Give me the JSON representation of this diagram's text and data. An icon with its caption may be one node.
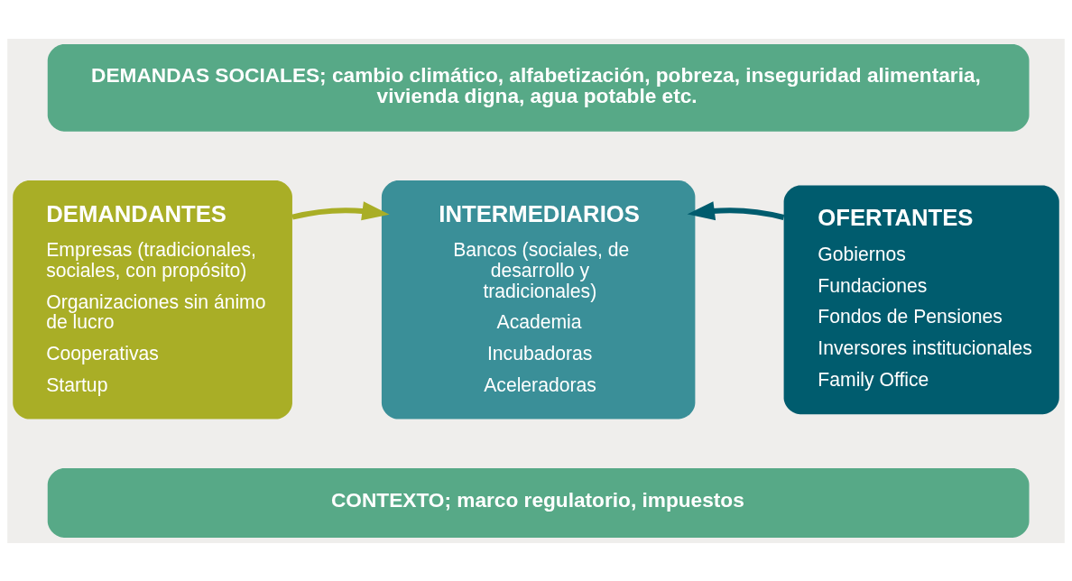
{
  "diagram": {
    "nodes": [
      {
        "text": [
          "DEMANDAS SOCIALES; cambio climático, alfabetización, pobreza, inseguridad alimentaria, vivienda digna, agua potable etc."
        ]
      },
      {
        "text": [
          "DEMANDANTES",
          "Empresas (tradicionales, sociales, con propósito)",
          "Organizaciones sin ánimo de lucro",
          "Cooperativas",
          "Startup"
        ]
      },
      {
        "text": [
          "INTERMEDIARIOS",
          "Bancos (sociales, de desarrollo y tradicionales)",
          "Academia",
          "Incubadoras",
          "Aceleradoras"
        ]
      },
      {
        "text": [
          "OFERTANTES",
          "Gobiernos",
          "Fundaciones",
          "Fondos de Pensiones",
          "Inversores institucionales",
          "Family Office"
        ]
      },
      {
        "text": [
          "CONTEXTO; marco regulatorio, impuestos"
        ]
      }
    ],
    "edges": [
      {
        "from": 1,
        "to": 2,
        "arrow": "to",
        "color": "#a9ae26"
      },
      {
        "from": 3,
        "to": 2,
        "arrow": "to",
        "color": "#005c6e"
      }
    ]
  }
}
